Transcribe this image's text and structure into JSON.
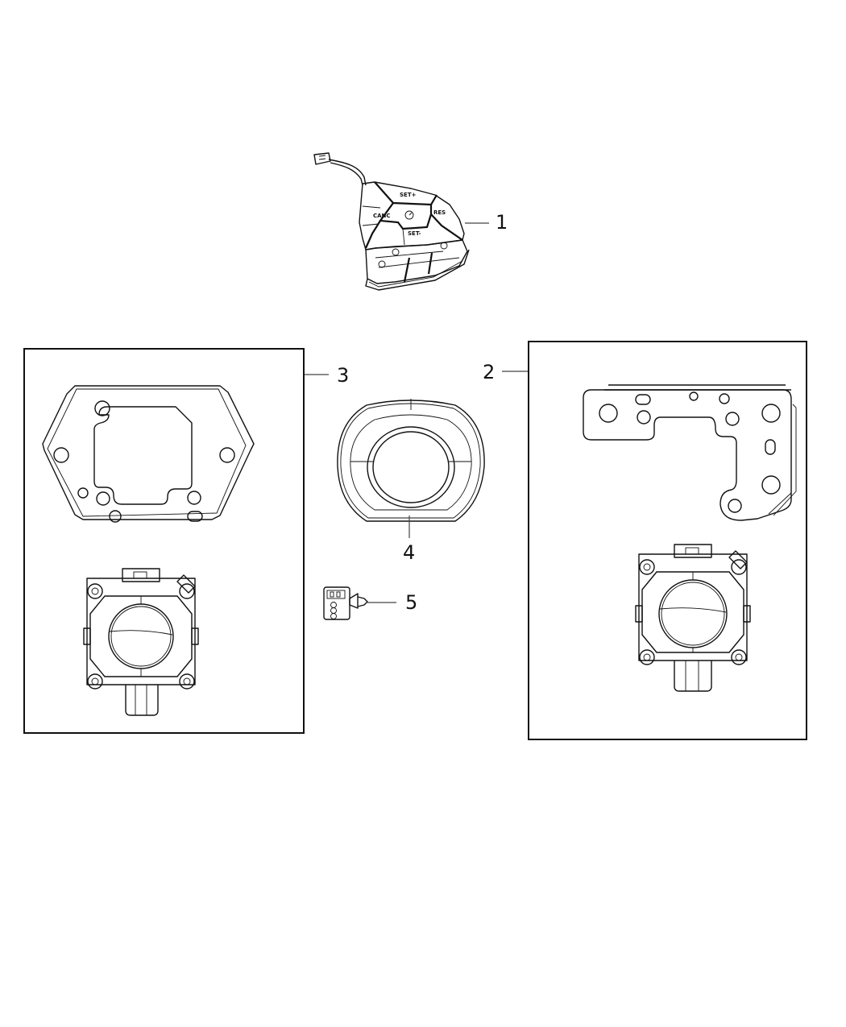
{
  "diagram": {
    "type": "exploded-parts-diagram",
    "background": "#ffffff",
    "line_color": "#111111"
  },
  "parts": [
    {
      "callout": "1",
      "name": "steering-wheel-switch",
      "buttons": [
        "SET+",
        "CANC",
        "RES",
        "SET-"
      ]
    },
    {
      "callout": "2",
      "name": "sensor-kit-with-bracket-right"
    },
    {
      "callout": "3",
      "name": "sensor-kit-with-bracket-left"
    },
    {
      "callout": "4",
      "name": "bezel-ring"
    },
    {
      "callout": "5",
      "name": "push-pin-connector"
    }
  ],
  "switch_labels": {
    "set_plus": "SET+",
    "canc": "CANC",
    "res": "RES",
    "set_minus": "SET-"
  },
  "callouts": {
    "c1": "1",
    "c2": "2",
    "c3": "3",
    "c4": "4",
    "c5": "5"
  }
}
